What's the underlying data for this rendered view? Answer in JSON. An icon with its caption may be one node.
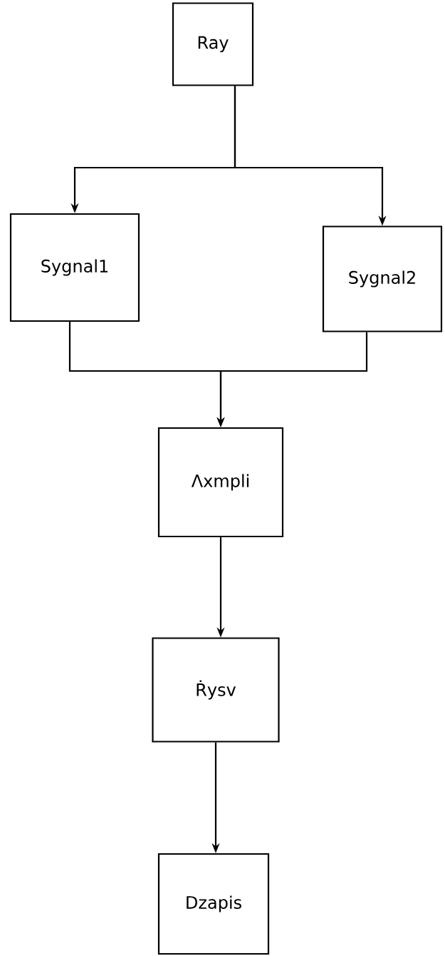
{
  "diagram": {
    "nodes": [
      {
        "text": [
          "Ray"
        ]
      },
      {
        "text": [
          "Sygnal1"
        ]
      },
      {
        "text": [
          "Sygnal2"
        ]
      },
      {
        "text": [
          "Λxmpli"
        ]
      },
      {
        "text": [
          "Ṙysv"
        ]
      },
      {
        "text": [
          "Dzapis"
        ]
      }
    ],
    "edges": [
      {
        "from": 0,
        "to": 1,
        "arrow": "to"
      },
      {
        "from": 0,
        "to": 2,
        "arrow": "to"
      },
      {
        "from": 1,
        "to": 3,
        "arrow": "to"
      },
      {
        "from": 2,
        "to": 3,
        "arrow": "to"
      },
      {
        "from": 3,
        "to": 4,
        "arrow": "to"
      },
      {
        "from": 4,
        "to": 5,
        "arrow": "to"
      }
    ]
  }
}
